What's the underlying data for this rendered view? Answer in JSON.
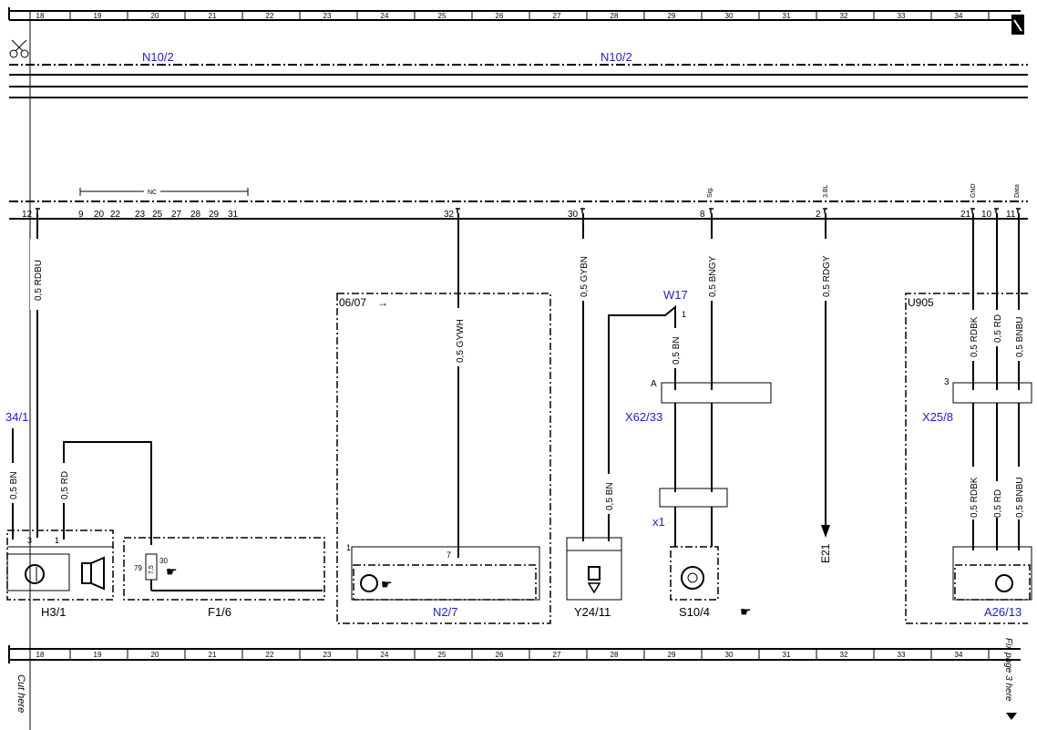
{
  "grid": {
    "top": [
      "18",
      "19",
      "20",
      "21",
      "22",
      "23",
      "24",
      "25",
      "26",
      "27",
      "28",
      "29",
      "30",
      "31",
      "32",
      "33",
      "34"
    ],
    "bottom": [
      "18",
      "19",
      "20",
      "21",
      "22",
      "23",
      "24",
      "25",
      "26",
      "27",
      "28",
      "29",
      "30",
      "31",
      "32",
      "33",
      "34"
    ]
  },
  "bus": {
    "label_left": "N10/2",
    "label_right": "N10/2",
    "nc": "NC"
  },
  "pins": {
    "p12": "12",
    "p9": "9",
    "p20": "20",
    "p22": "22",
    "p23": "23",
    "p25": "25",
    "p27": "27",
    "p28": "28",
    "p29": "29",
    "p31": "31",
    "p32": "32",
    "p30": "30",
    "p8": "8",
    "p2": "2",
    "p21": "21",
    "p10": "10",
    "p11": "11",
    "sig": "Sig.",
    "bl3": "3.BL",
    "gnd": "GND",
    "data": "Data"
  },
  "wires": {
    "w1": "0,5 RDBU",
    "w2": "0,5 GYWH",
    "w3": "0,5 GYBN",
    "w4": "0,5 BNGY",
    "w5": "0,5 RDGY",
    "w6": "0,5 RDBK",
    "w7": "0,5 RD",
    "w8": "0,5 BNBU",
    "w9": "0,5 BN",
    "w10": "0,5 RD",
    "w11": "0,5 BN",
    "w12": "0,5 BN",
    "w13": "0,5 RDBK",
    "w14": "0,5 RD",
    "w15": "0,5 BNBU"
  },
  "components": {
    "c1": "06/07",
    "c2": "U905",
    "c3": "W17",
    "c4": "X62/33",
    "c5": "X25/8",
    "c6": "x1",
    "c7": "34/1",
    "c8": "H3/1",
    "c9": "F1/6",
    "c10": "N2/7",
    "c11": "Y24/11",
    "c12": "S10/4",
    "c13": "E21",
    "c14": "A26/13",
    "fuse_val": "7,5",
    "fuse_left": "79",
    "fuse_right": "30",
    "pinA": "A",
    "pin1": "1",
    "pin3": "3",
    "pin7": "7"
  },
  "misc": {
    "cut_here": "Cut here",
    "fix_text": "Fix page 3 here"
  }
}
